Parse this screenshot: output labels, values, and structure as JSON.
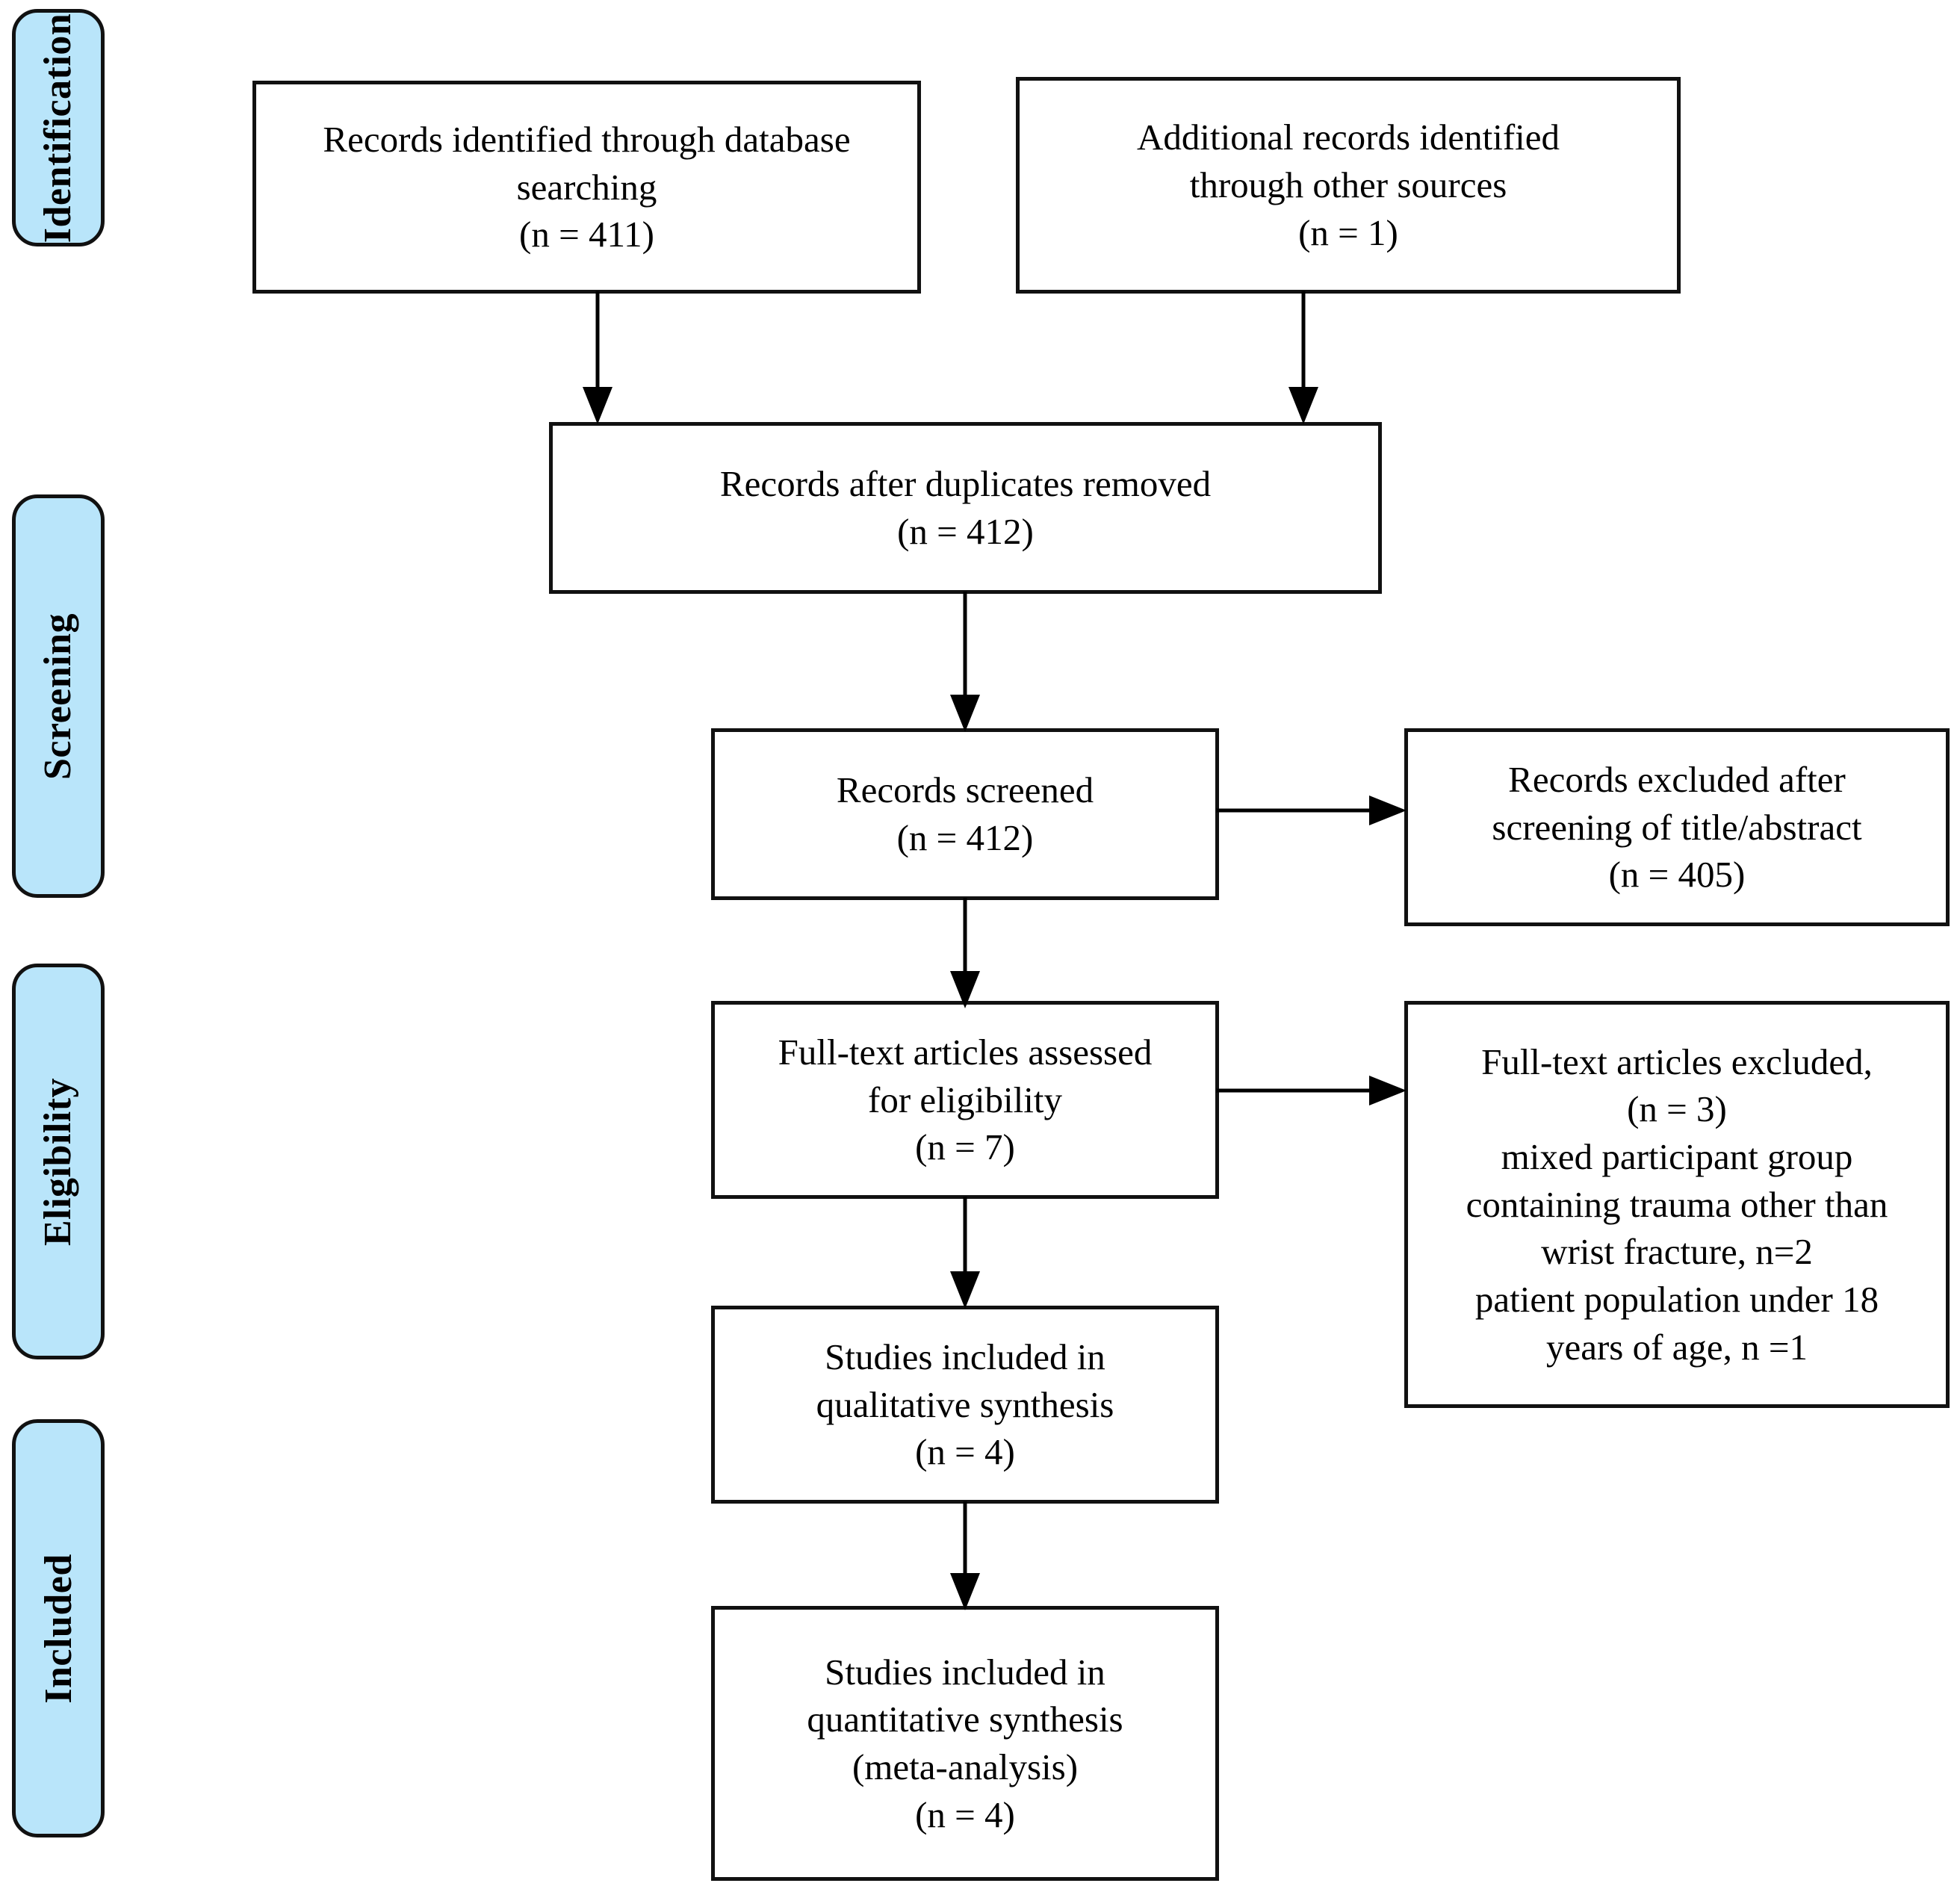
{
  "figure": {
    "type": "prisma-flow-diagram",
    "accent_color": "#b9e5fa",
    "line_color": "#000000",
    "background": "#ffffff"
  },
  "stages": [
    {
      "id": "identification",
      "label": "Identification"
    },
    {
      "id": "screening",
      "label": "Screening"
    },
    {
      "id": "eligibility",
      "label": "Eligibility"
    },
    {
      "id": "included",
      "label": "Included"
    }
  ],
  "boxes": {
    "database_searching": {
      "text": "Records identified through database\nsearching\n(n = 411)",
      "count": 411
    },
    "other_sources": {
      "text": "Additional records identified\nthrough other sources\n(n = 1)",
      "count": 1
    },
    "duplicates_removed": {
      "text": "Records after duplicates removed\n(n = 412)",
      "count": 412
    },
    "records_screened": {
      "text": "Records screened\n(n = 412)",
      "count": 412
    },
    "records_excluded": {
      "text": "Records excluded after\nscreening of title/abstract\n(n = 405)",
      "count": 405
    },
    "fulltext_assessed": {
      "text": "Full-text articles assessed\nfor eligibility\n(n = 7)",
      "count": 7
    },
    "fulltext_excluded": {
      "text": "Full-text articles excluded,\n(n = 3)\nmixed participant group\ncontaining trauma other than\nwrist fracture, n=2\npatient population under 18\nyears of age, n =1",
      "count": 3
    },
    "qualitative_synthesis": {
      "text": "Studies included in\nqualitative synthesis\n(n = 4)",
      "count": 4
    },
    "quantitative_synthesis": {
      "text": "Studies included in\nquantitative synthesis\n(meta-analysis)\n(n = 4)",
      "count": 4
    }
  },
  "connectors": [
    {
      "id": "db-to-dedup",
      "from": "database_searching",
      "to": "duplicates_removed",
      "direction": "down"
    },
    {
      "id": "other-to-dedup",
      "from": "other_sources",
      "to": "duplicates_removed",
      "direction": "down"
    },
    {
      "id": "dedup-to-screened",
      "from": "duplicates_removed",
      "to": "records_screened",
      "direction": "down"
    },
    {
      "id": "screened-to-excluded",
      "from": "records_screened",
      "to": "records_excluded",
      "direction": "right"
    },
    {
      "id": "screened-to-fulltext",
      "from": "records_screened",
      "to": "fulltext_assessed",
      "direction": "down"
    },
    {
      "id": "fulltext-to-excluded",
      "from": "fulltext_assessed",
      "to": "fulltext_excluded",
      "direction": "right"
    },
    {
      "id": "fulltext-to-qualitative",
      "from": "fulltext_assessed",
      "to": "qualitative_synthesis",
      "direction": "down"
    },
    {
      "id": "qualitative-to-quantitative",
      "from": "qualitative_synthesis",
      "to": "quantitative_synthesis",
      "direction": "down"
    }
  ]
}
